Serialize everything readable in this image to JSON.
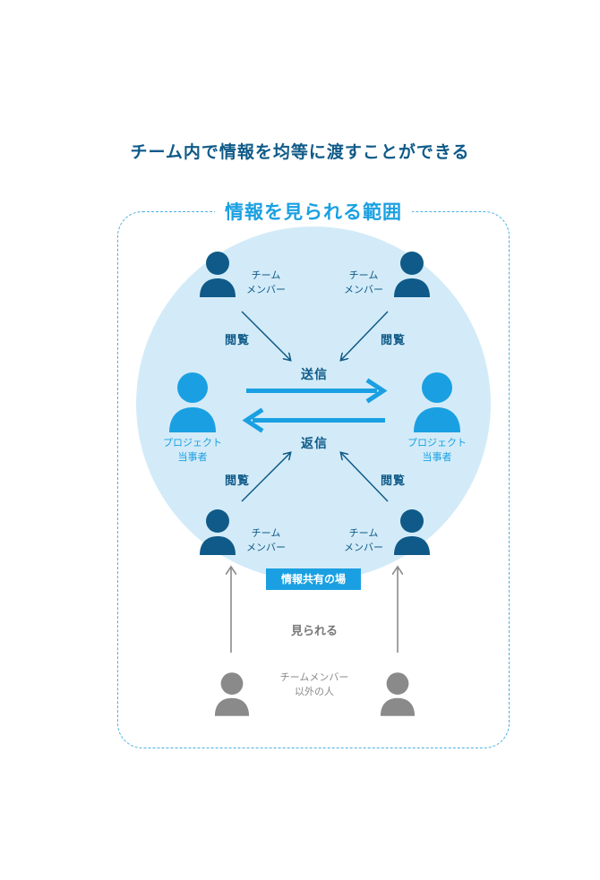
{
  "title": "チーム内で情報を均等に渡すことができる",
  "scope_title": "情報を見られる範囲",
  "team_member": [
    "チーム",
    "メンバー"
  ],
  "project_member": [
    "プロジェクト",
    "当事者"
  ],
  "view_label": "閲覧",
  "send_label": "送信",
  "reply_label": "返信",
  "shared_place": "情報共有の場",
  "visible_label": "見られる",
  "outsider": [
    "チームメンバー",
    "以外の人"
  ],
  "colors": {
    "dark_blue": "#0f5a88",
    "bright_blue": "#1aa0e2",
    "circle_bg": "#d3ebf8",
    "gray": "#8a8a8a"
  }
}
